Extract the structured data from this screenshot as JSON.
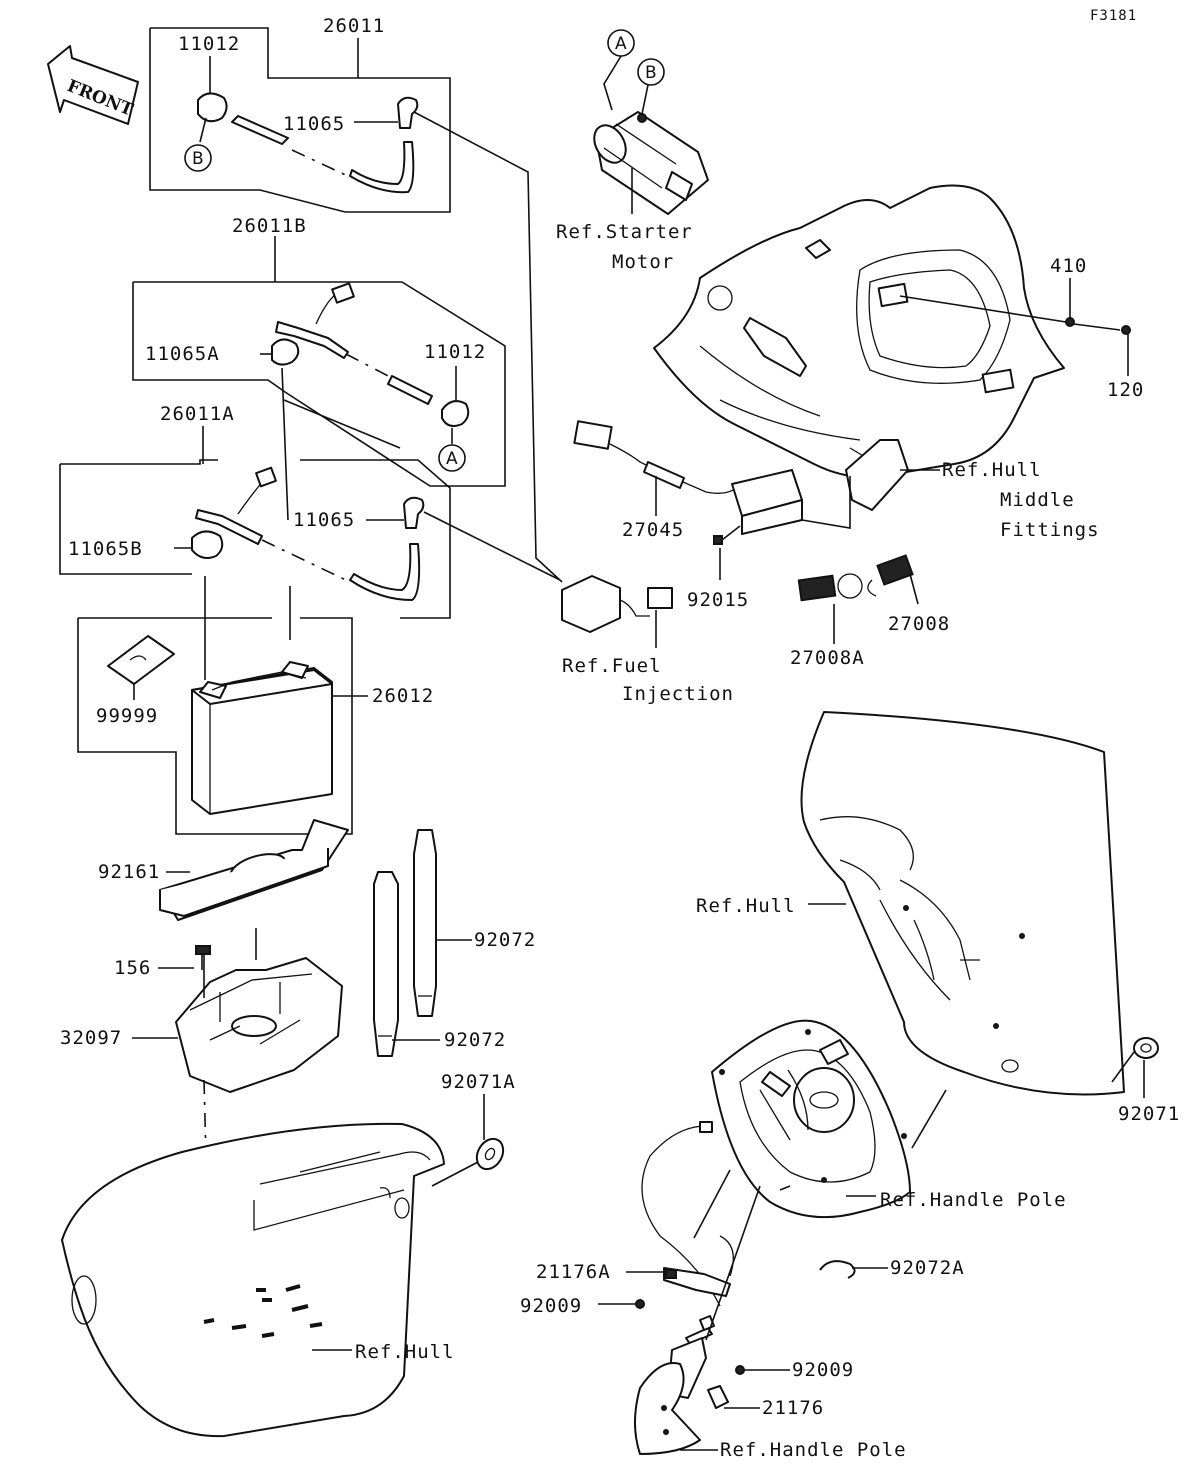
{
  "figure_code": "F3181",
  "front_label": "FRONT",
  "refs": {
    "a": "A",
    "b": "B"
  },
  "labels": {
    "p26011": "26011",
    "p11012_top": "11012",
    "p11065_top": "11065",
    "p26011B": "26011B",
    "p11065A": "11065A",
    "p11012_mid": "11012",
    "p26011A": "26011A",
    "p11065B": "11065B",
    "p11065_mid": "11065",
    "p26012": "26012",
    "p99999": "99999",
    "p92161": "92161",
    "p156": "156",
    "p32097": "32097",
    "p92072_a": "92072",
    "p92072_b": "92072",
    "p92071A": "92071A",
    "p27045": "27045",
    "p92015": "92015",
    "p27008": "27008",
    "p27008A": "27008A",
    "p410": "410",
    "p120": "120",
    "p92071": "92071",
    "p21176A": "21176A",
    "p92009_a": "92009",
    "p92009_b": "92009",
    "p21176": "21176",
    "p92072A": "92072A"
  },
  "ref_labels": {
    "starter_1": "Ref.Starter",
    "starter_2": "Motor",
    "hull_mid_1": "Ref.Hull",
    "hull_mid_2": "Middle",
    "hull_mid_3": "Fittings",
    "fuel_1": "Ref.Fuel",
    "fuel_2": "Injection",
    "hull_right": "Ref.Hull",
    "hull_bottom": "Ref.Hull",
    "handle_pole_1": "Ref.Handle Pole",
    "handle_pole_2": "Ref.Handle Pole"
  }
}
